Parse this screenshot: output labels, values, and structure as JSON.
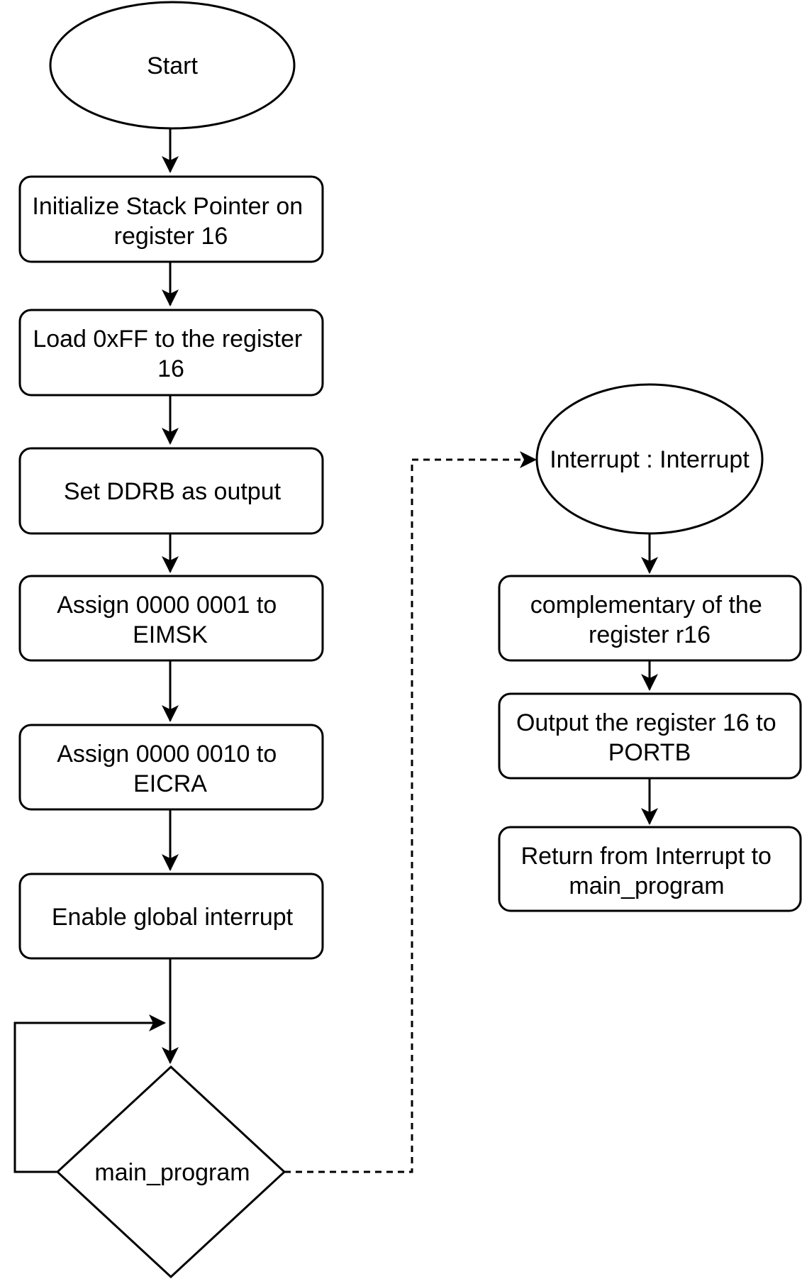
{
  "flowchart": {
    "nodes": {
      "start": {
        "lines": [
          "Start"
        ]
      },
      "init_stack": {
        "lines": [
          "Initialize Stack Pointer on",
          "register 16"
        ]
      },
      "load_ff": {
        "lines": [
          "Load 0xFF to the register",
          "16"
        ]
      },
      "set_ddrb": {
        "lines": [
          "Set DDRB as output"
        ]
      },
      "assign_eimsk": {
        "lines": [
          "Assign 0000 0001 to",
          "EIMSK"
        ]
      },
      "assign_eicra": {
        "lines": [
          "Assign 0000 0010 to",
          "EICRA"
        ]
      },
      "enable_interrupt": {
        "lines": [
          "Enable global interrupt"
        ]
      },
      "main_program": {
        "lines": [
          "main_program"
        ]
      },
      "interrupt": {
        "lines": [
          "Interrupt : Interrupt"
        ]
      },
      "complement": {
        "lines": [
          "complementary of the",
          "register r16"
        ]
      },
      "output_portb": {
        "lines": [
          "Output the register 16 to",
          "PORTB"
        ]
      },
      "return_interrupt": {
        "lines": [
          "Return from Interrupt to",
          "main_program"
        ]
      }
    }
  }
}
